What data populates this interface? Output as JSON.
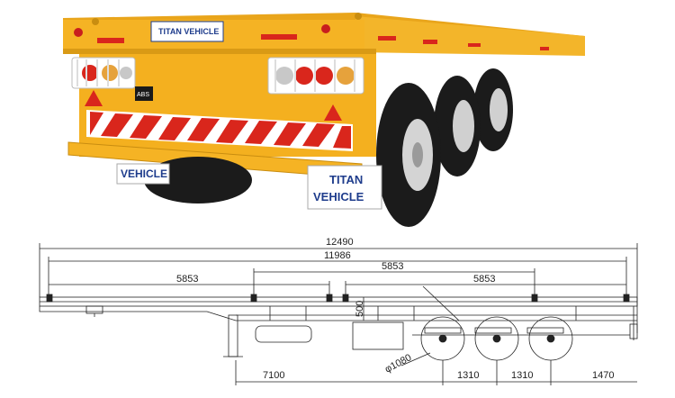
{
  "photo": {
    "brand_sign": "TITAN VEHICLE",
    "abs_label": "ABS",
    "mudflap_left": "VEHICLE",
    "mudflap_right_line1": "TITAN",
    "mudflap_right_line2": "VEHICLE",
    "colors": {
      "body": "#f5b324",
      "stripe_red": "#d9261c",
      "tire": "#1b1b1b"
    }
  },
  "drawing": {
    "overall_length": "12490",
    "deck_length": "11986",
    "span_left": "5853",
    "span_middle": "5853",
    "span_right": "5853",
    "deck_height": "500",
    "wheel_diameter": "φ1080",
    "kingpin_to_axle": "7100",
    "axle_spacing_1": "1310",
    "axle_spacing_2": "1310",
    "rear_overhang": "1470"
  }
}
